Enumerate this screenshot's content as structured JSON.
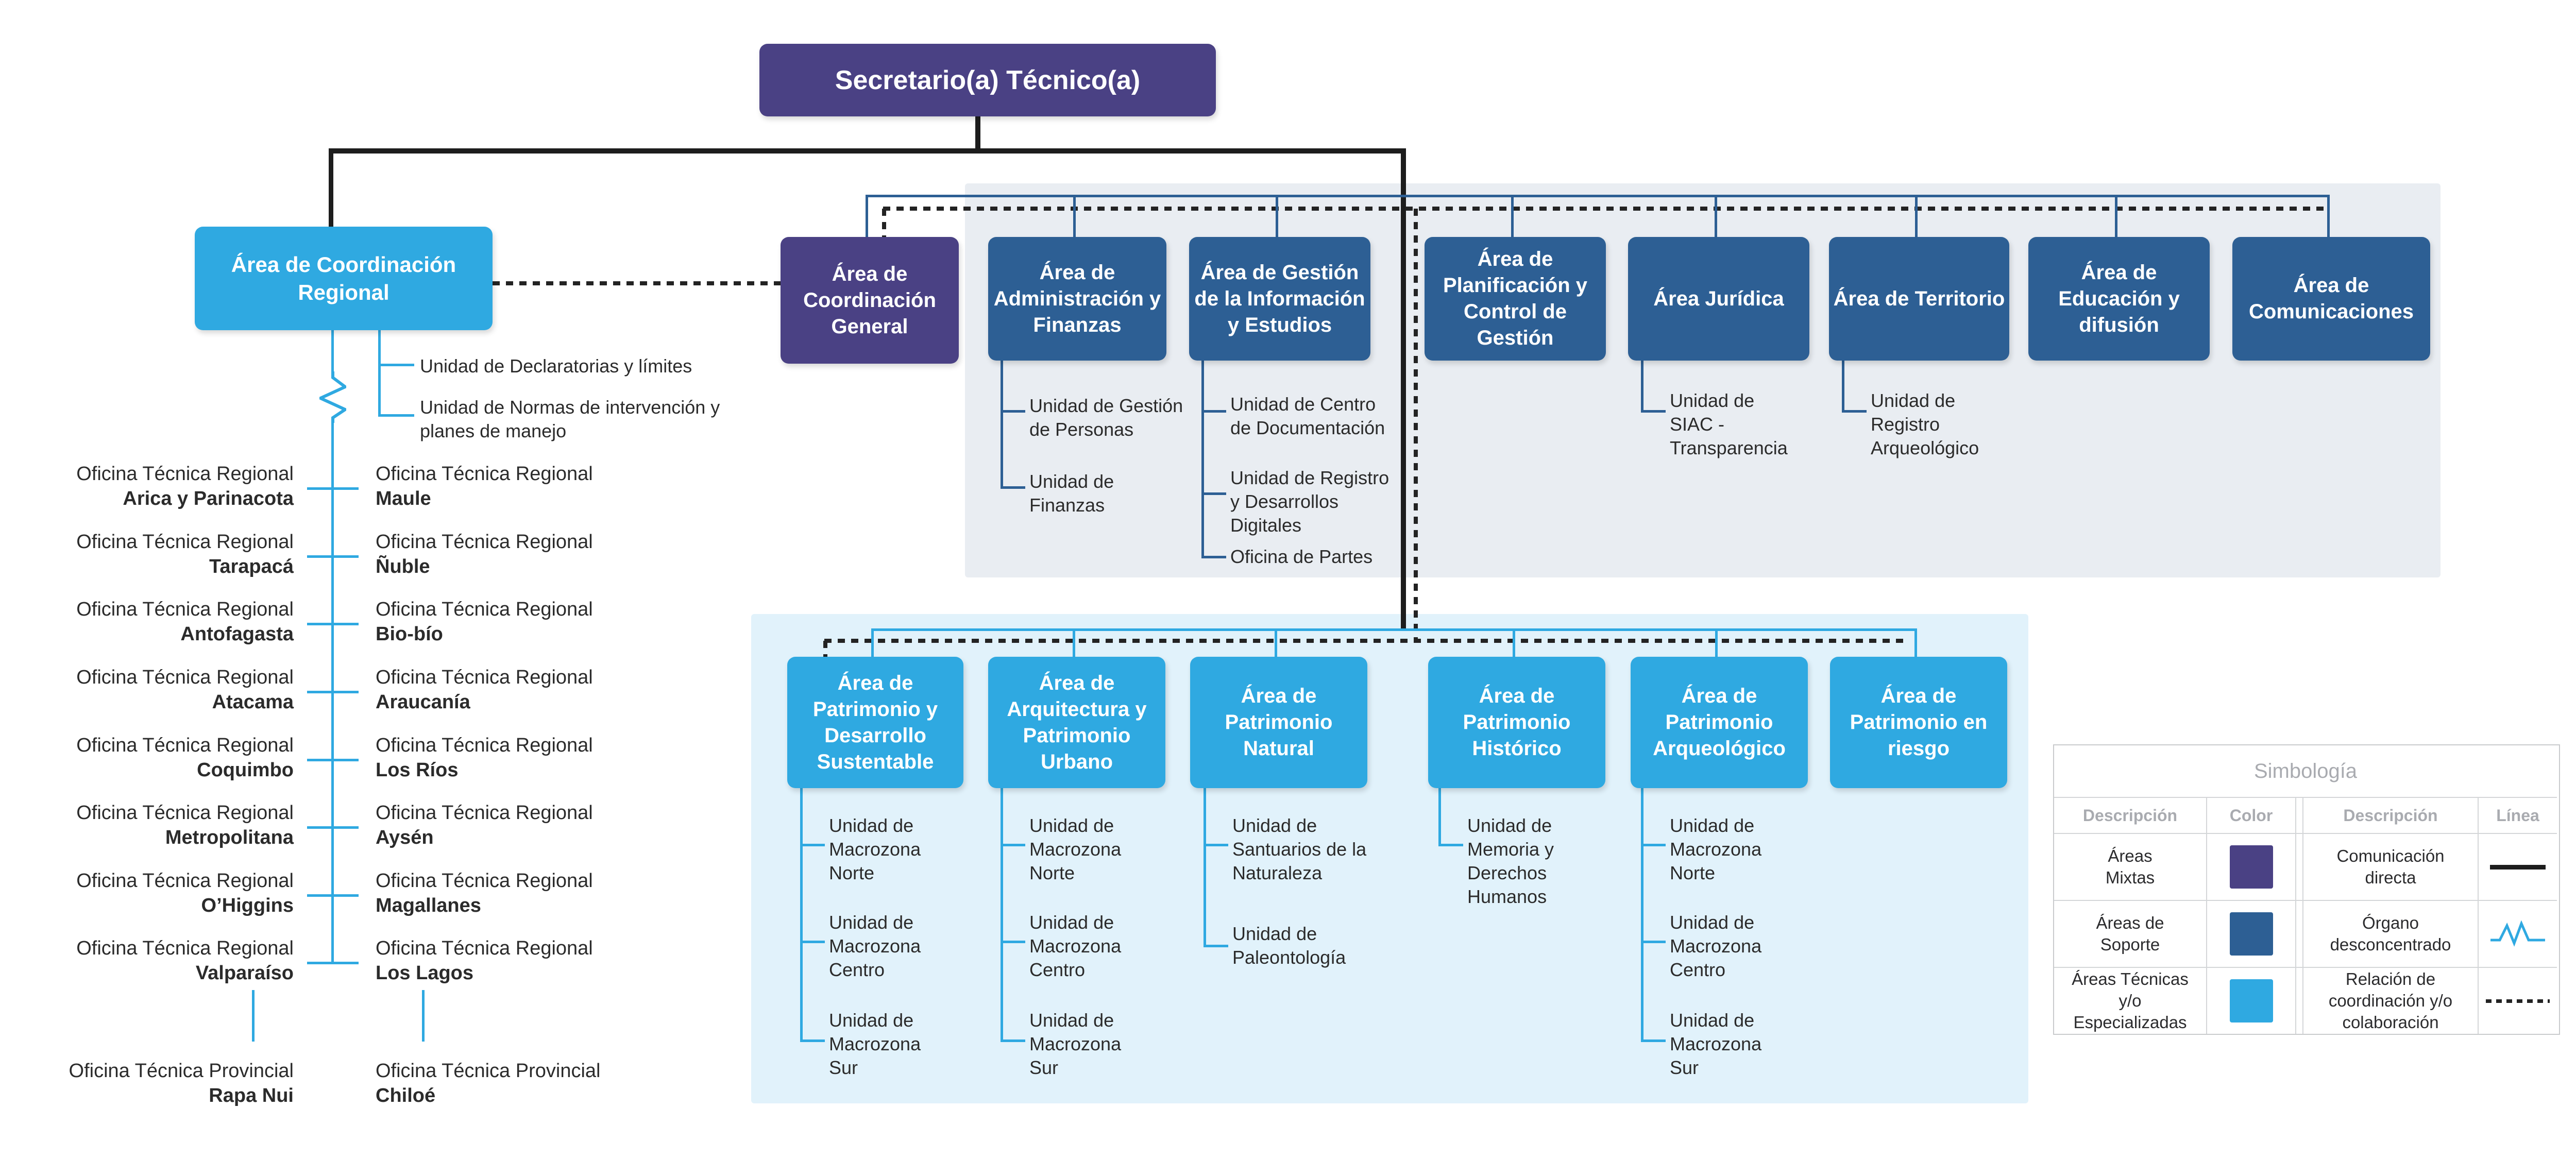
{
  "root_box": {
    "title": "Secretario(a) Técnico(a)"
  },
  "regional": {
    "box_title": "Área de Coordinación Regional",
    "units": [
      "Unidad de Declaratorias y límites",
      "Unidad de Normas de intervención y planes de manejo"
    ],
    "regional_prefix": "Oficina Técnica Regional",
    "provincial_prefix": "Oficina Técnica Provincial",
    "rows": [
      {
        "left": "Arica y Parinacota",
        "right": "Maule"
      },
      {
        "left": "Tarapacá",
        "right": "Ñuble"
      },
      {
        "left": "Antofagasta",
        "right": "Bio-bío"
      },
      {
        "left": "Atacama",
        "right": "Araucanía"
      },
      {
        "left": "Coquimbo",
        "right": "Los Ríos"
      },
      {
        "left": "Metropolitana",
        "right": "Aysén"
      },
      {
        "left": "O’Higgins",
        "right": "Magallanes"
      },
      {
        "left": "Valparaíso",
        "right": "Los Lagos"
      }
    ],
    "provincial": {
      "left": "Rapa Nui",
      "right": "Chiloé"
    }
  },
  "mixed_box": {
    "title": "Área de Coordinación General"
  },
  "support": {
    "areas": [
      {
        "title": "Área de Administración y Finanzas"
      },
      {
        "title": "Área de Gestión de la Información y Estudios"
      },
      {
        "title": "Área de Planificación y Control de Gestión"
      },
      {
        "title": "Área Jurídica"
      },
      {
        "title": "Área de Territorio"
      },
      {
        "title": "Área de Educación y difusión"
      },
      {
        "title": "Área de Comunicaciones"
      }
    ],
    "units": {
      "admin": [
        "Unidad de Gestión de Personas",
        "Unidad de Finanzas"
      ],
      "info": [
        "Unidad de Centro de Documentación",
        "Unidad de Registro y Desarrollos Digitales",
        "Oficina de Partes"
      ],
      "juridica": [
        "Unidad de SIAC - Transparencia"
      ],
      "territorio": [
        "Unidad de Registro Arqueológico"
      ]
    }
  },
  "technical": {
    "areas": [
      {
        "title": "Área de Patrimonio y Desarrollo Sustentable"
      },
      {
        "title": "Área de Arquitectura y Patrimonio Urbano"
      },
      {
        "title": "Área de Patrimonio Natural"
      },
      {
        "title": "Área de Patrimonio Histórico"
      },
      {
        "title": "Área de Patrimonio Arqueológico"
      },
      {
        "title": "Área de Patrimonio en riesgo"
      }
    ],
    "units": {
      "sustentable": [
        "Unidad de Macrozona Norte",
        "Unidad de Macrozona Centro",
        "Unidad de Macrozona Sur"
      ],
      "arquitectura": [
        "Unidad de Macrozona Norte",
        "Unidad de Macrozona Centro",
        "Unidad de Macrozona Sur"
      ],
      "natural": [
        "Unidad de Santuarios de la Naturaleza",
        "Unidad de Paleontología"
      ],
      "historico": [
        "Unidad de Memoria y Derechos Humanos"
      ],
      "arqueologico": [
        "Unidad de Macrozona Norte",
        "Unidad de Macrozona Centro",
        "Unidad de Macrozona Sur"
      ]
    }
  },
  "legend": {
    "title": "Simbología",
    "headers": {
      "desc1": "Descripción",
      "color": "Color",
      "desc2": "Descripción",
      "line": "Línea"
    },
    "color_rows": [
      {
        "label": "Áreas Mixtas",
        "color": "#4a4184"
      },
      {
        "label": "Áreas de Soporte",
        "color": "#2d5f94"
      },
      {
        "label": "Áreas Técnicas y/o Especializadas",
        "color": "#2fa9e1"
      }
    ],
    "line_rows": [
      {
        "label": "Comunicación directa",
        "style": "solid-black"
      },
      {
        "label": "Órgano desconcentrado",
        "style": "zigzag-skyblue"
      },
      {
        "label": "Relación de coordinación y/o colaboración",
        "style": "dotted-black"
      }
    ]
  },
  "colors": {
    "mixed": "#4a4184",
    "support": "#2d5f94",
    "technical": "#2fa9e1",
    "support_panel": "#e9edf2",
    "technical_panel": "#e1f2fb",
    "direct_line": "#1d1d1d"
  }
}
